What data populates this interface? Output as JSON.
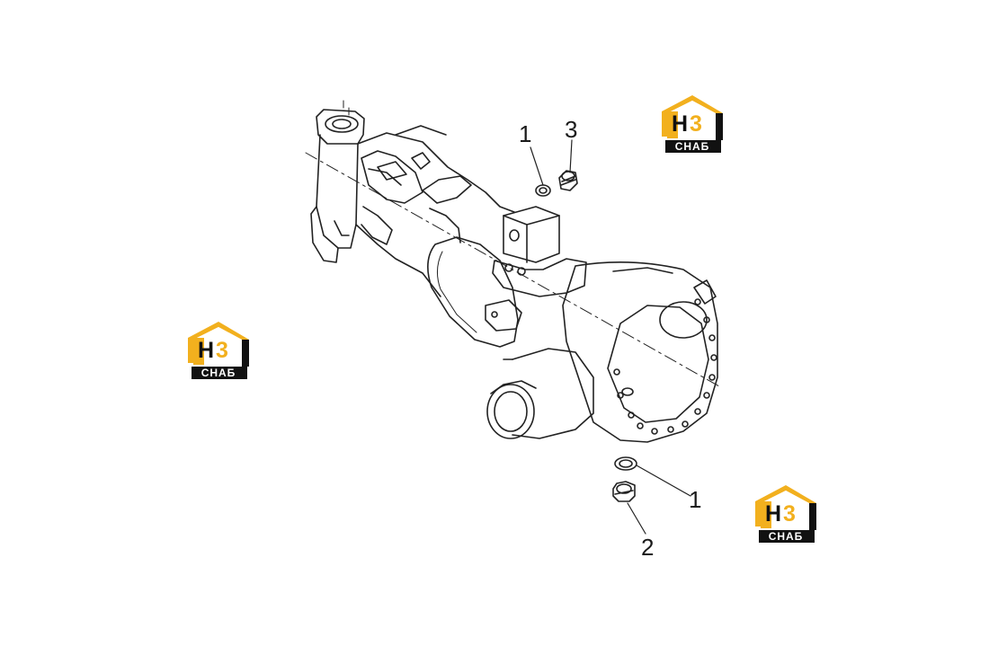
{
  "diagram": {
    "callouts": [
      {
        "id": "callout-1-top",
        "label": "1"
      },
      {
        "id": "callout-3",
        "label": "3"
      },
      {
        "id": "callout-1-bottom",
        "label": "1"
      },
      {
        "id": "callout-2",
        "label": "2"
      }
    ]
  },
  "watermark": {
    "logo_letters": "Н",
    "logo_digit": "3",
    "logo_word": "СНАБ",
    "colors": {
      "yellow": "#f2b01e",
      "black": "#111111"
    }
  }
}
